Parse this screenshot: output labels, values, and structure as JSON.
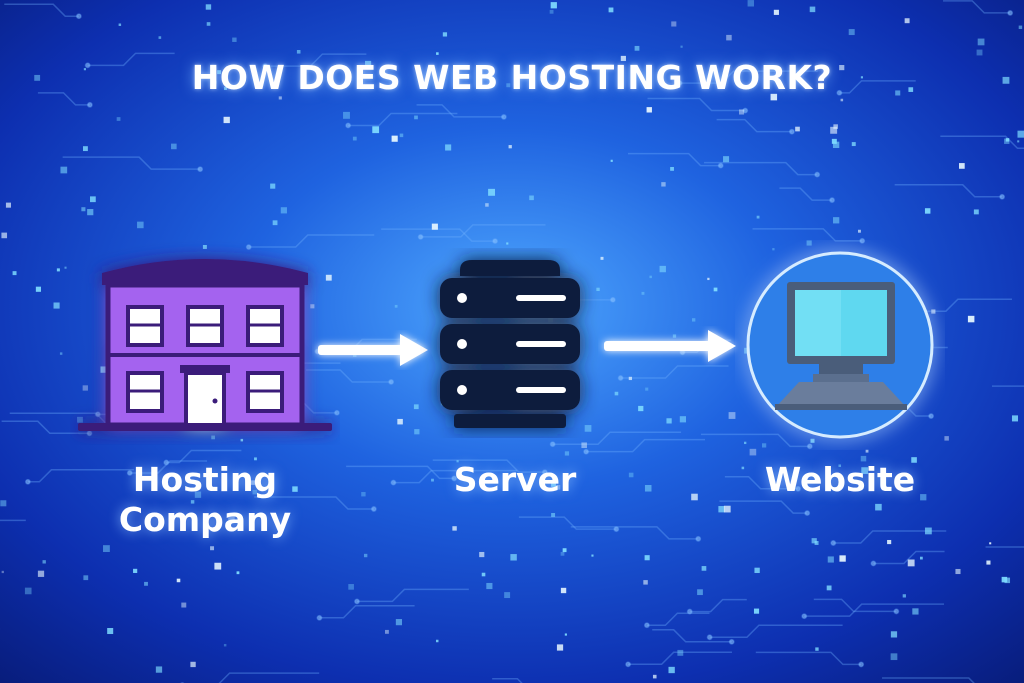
{
  "title": "HOW DOES WEB HOSTING WORK?",
  "nodes": [
    {
      "label_line1": "Hosting",
      "label_line2": "Company",
      "icon": "building-icon",
      "color": "#9a5ce8"
    },
    {
      "label": "Server",
      "icon": "server-icon",
      "color": "#0d1b3d"
    },
    {
      "label": "Website",
      "icon": "computer-icon",
      "color": "#2f7fe8"
    }
  ],
  "colors": {
    "background": "#0a2a9e",
    "glow": "#5aa8ff",
    "accent_purple": "#9a5ce8",
    "screen_cyan": "#5fd8f0"
  }
}
